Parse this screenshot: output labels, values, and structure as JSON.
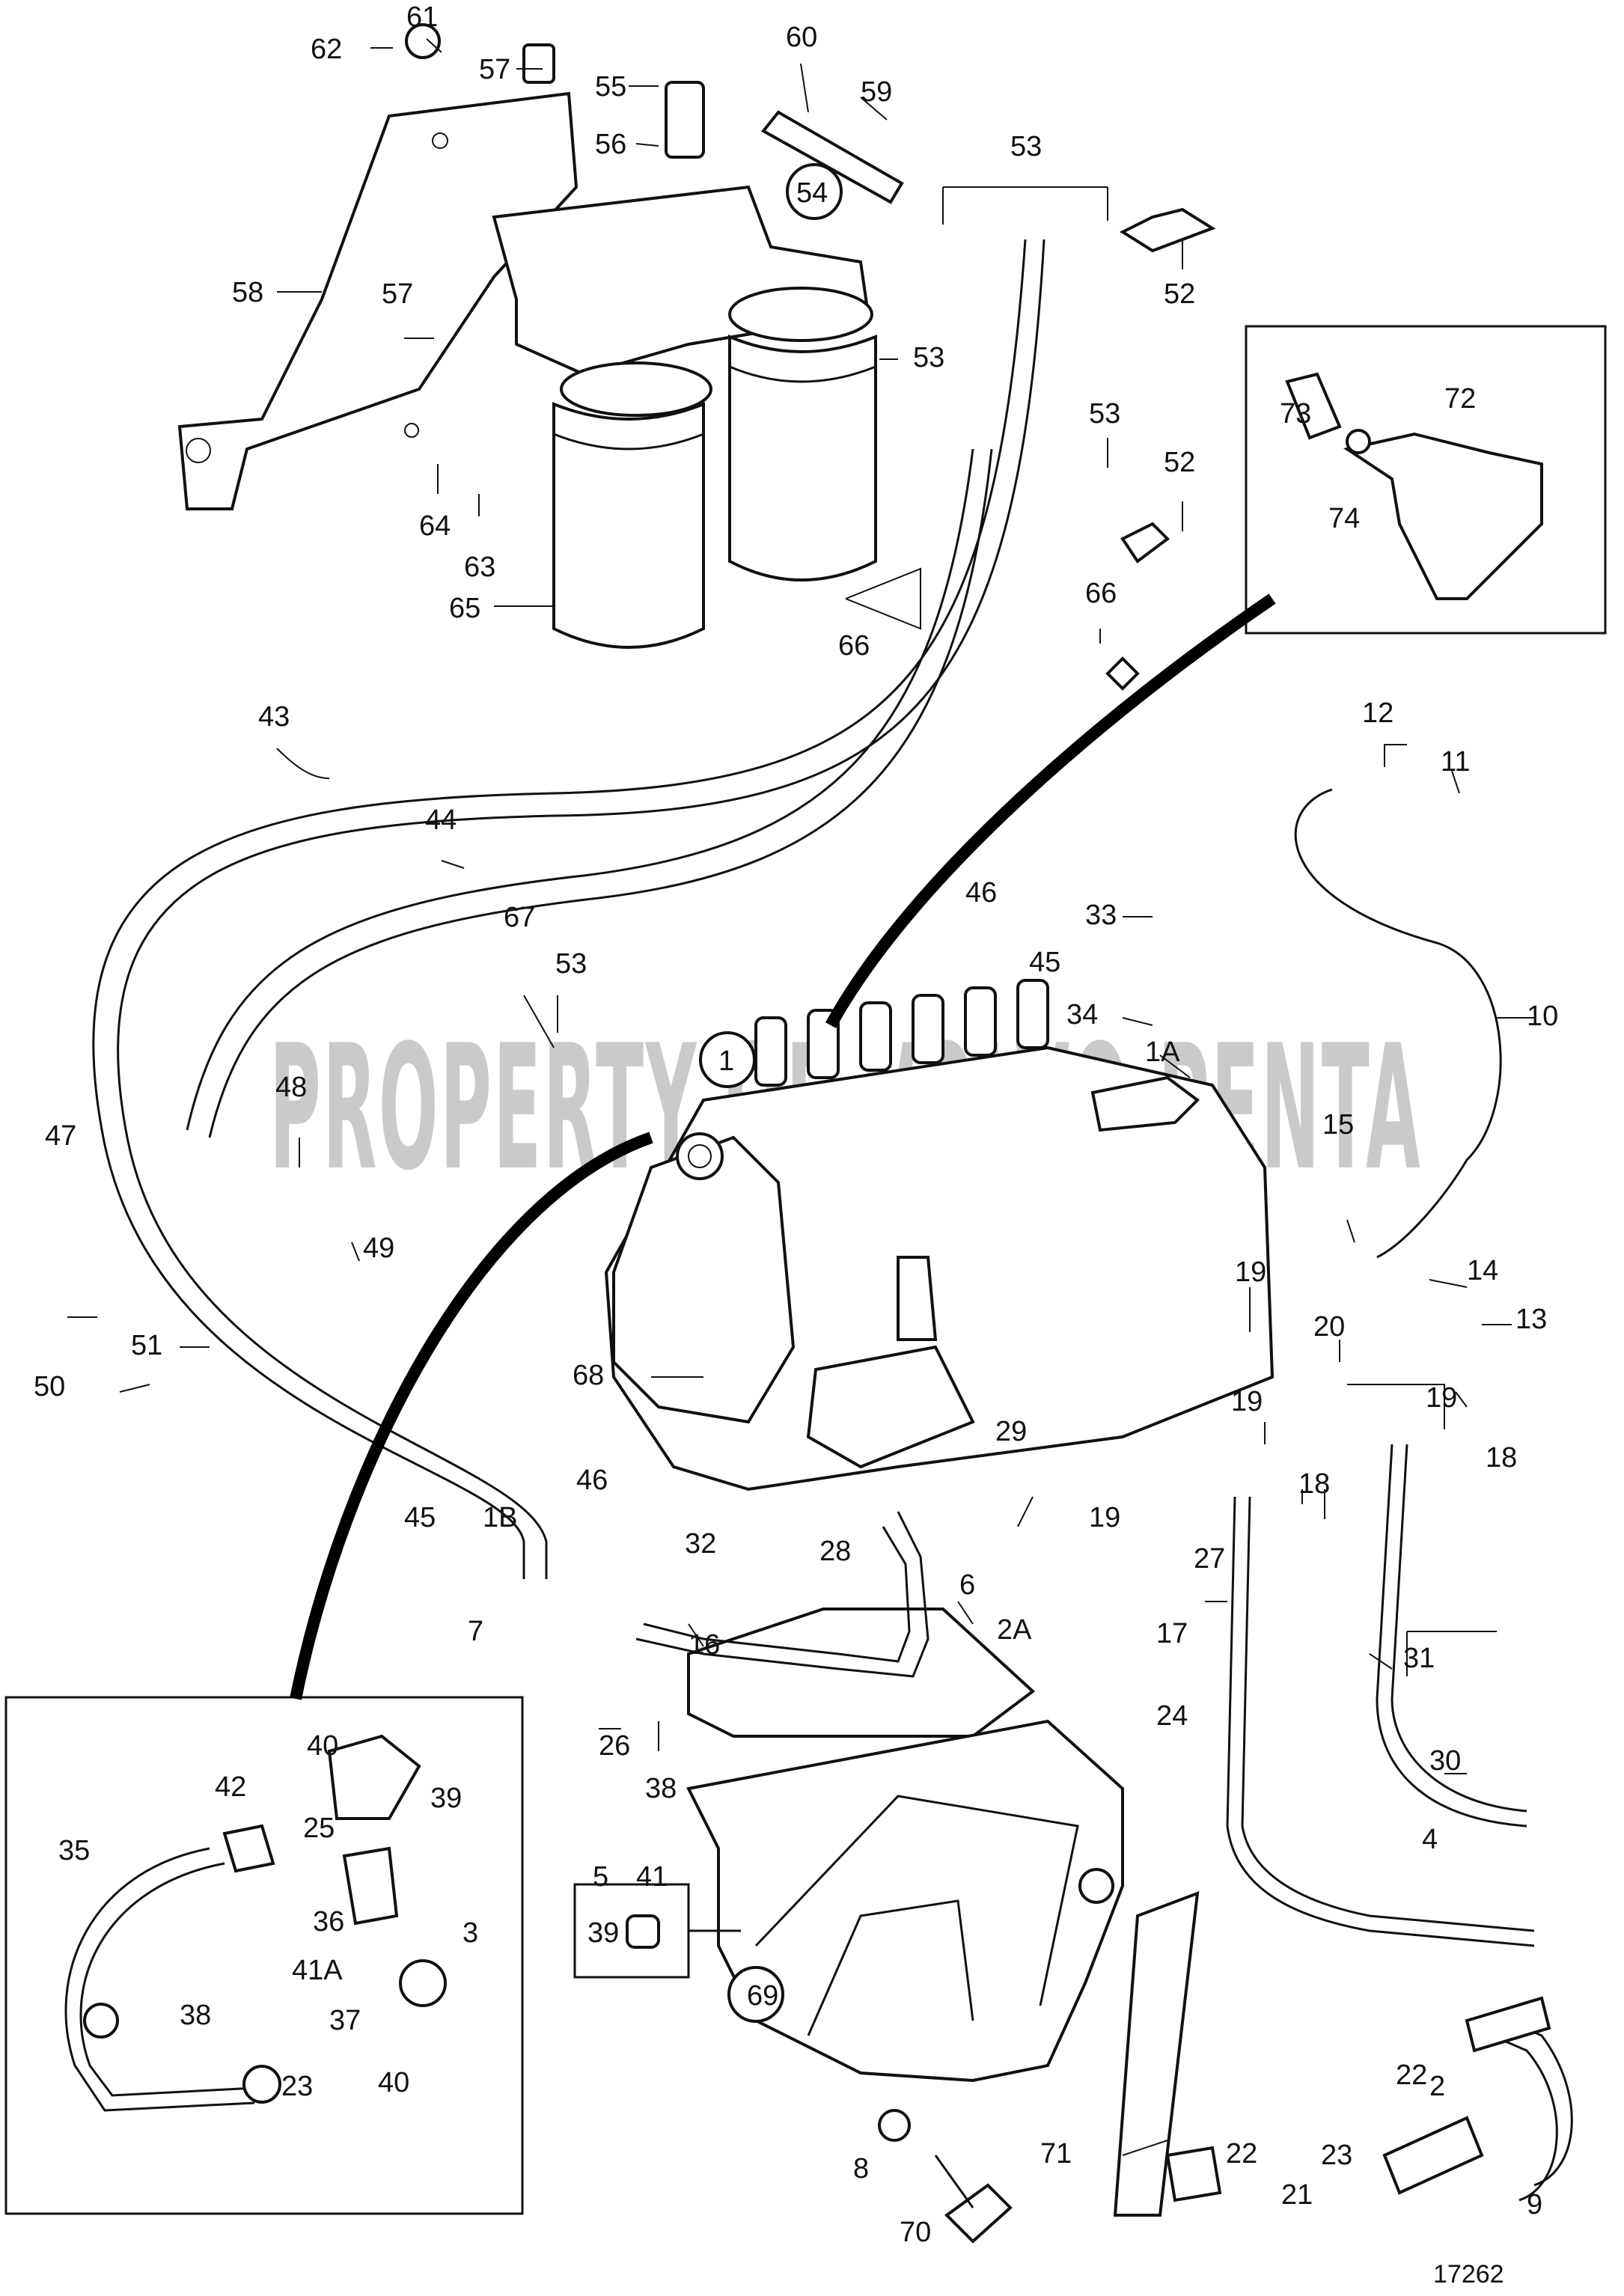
{
  "drawing_number": "17262",
  "watermark_text": "PROPERTY OF VOLVO PENTA",
  "part_labels": [
    "62",
    "61",
    "57",
    "55",
    "60",
    "59",
    "56",
    "53",
    "54",
    "58",
    "57",
    "52",
    "53",
    "53",
    "52",
    "64",
    "63",
    "66",
    "65",
    "66",
    "72",
    "73",
    "74",
    "43",
    "12",
    "11",
    "44",
    "46",
    "33",
    "67",
    "53",
    "45",
    "34",
    "10",
    "1A",
    "1",
    "48",
    "15",
    "47",
    "49",
    "14",
    "13",
    "19",
    "51",
    "68",
    "20",
    "50",
    "19",
    "19",
    "18",
    "29",
    "18",
    "46",
    "45",
    "1B",
    "28",
    "19",
    "27",
    "32",
    "7",
    "6",
    "2A",
    "16",
    "17",
    "31",
    "26",
    "24",
    "30",
    "38",
    "40",
    "42",
    "39",
    "25",
    "4",
    "5",
    "41",
    "35",
    "36",
    "3",
    "39",
    "41A",
    "38",
    "37",
    "40",
    "23",
    "22",
    "2",
    "69",
    "71",
    "22",
    "23",
    "21",
    "9",
    "8",
    "70"
  ]
}
